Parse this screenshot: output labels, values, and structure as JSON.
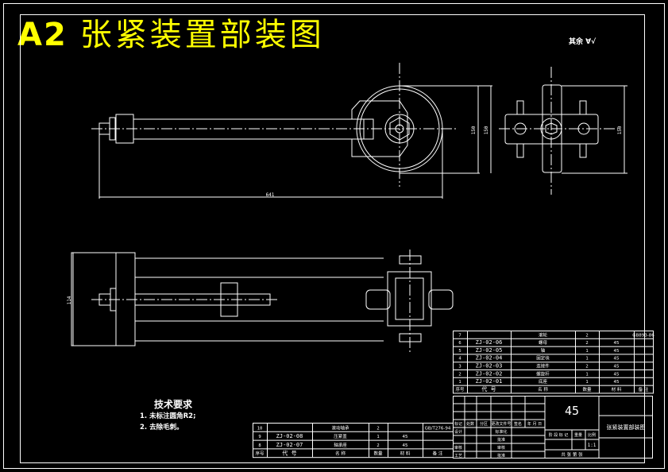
{
  "drawing": {
    "sheet_size": "A2",
    "title": "张紧装置部装图",
    "roughness_note": "其余",
    "roughness_symbol": "∀√"
  },
  "dimensions": {
    "front_view_length": "641",
    "front_view_height": "150",
    "side_view_left_height": "150",
    "side_view_right_height": "150",
    "bottom_view_height": "114"
  },
  "technical_requirements": {
    "heading": "技术要求",
    "items": [
      "1. 未标注圆角R2;",
      "2. 去除毛刺。"
    ]
  },
  "bom_right": {
    "rows": [
      {
        "no": "7",
        "code": "",
        "name": "滚轮",
        "qty": "2",
        "material": "",
        "note": "GB893-86"
      },
      {
        "no": "6",
        "code": "ZJ-02-06",
        "name": "螺母",
        "qty": "2",
        "material": "45",
        "note": ""
      },
      {
        "no": "5",
        "code": "ZJ-02-05",
        "name": "轴",
        "qty": "1",
        "material": "45",
        "note": ""
      },
      {
        "no": "4",
        "code": "ZJ-02-04",
        "name": "固定块",
        "qty": "1",
        "material": "45",
        "note": ""
      },
      {
        "no": "3",
        "code": "ZJ-02-03",
        "name": "连接件",
        "qty": "2",
        "material": "45",
        "note": ""
      },
      {
        "no": "2",
        "code": "ZJ-02-02",
        "name": "螺旋杆",
        "qty": "1",
        "material": "45",
        "note": ""
      },
      {
        "no": "1",
        "code": "ZJ-02-01",
        "name": "底座",
        "qty": "1",
        "material": "45",
        "note": ""
      }
    ],
    "headers": {
      "no": "序号",
      "code": "代  号",
      "name": "名  称",
      "qty": "数量",
      "material": "材  料",
      "note": "备  注"
    }
  },
  "bom_left": {
    "rows": [
      {
        "no": "10",
        "code": "",
        "name": "滚动轴承",
        "qty": "2",
        "material": "",
        "note": "GB/T276-94"
      },
      {
        "no": "9",
        "code": "ZJ-02-08",
        "name": "压紧盖",
        "qty": "1",
        "material": "45",
        "note": ""
      },
      {
        "no": "8",
        "code": "ZJ-02-07",
        "name": "轴承座",
        "qty": "2",
        "material": "45",
        "note": ""
      }
    ],
    "headers": {
      "no": "序号",
      "code": "代  号",
      "name": "名  称",
      "qty": "数量",
      "material": "材  料",
      "note": "备  注"
    }
  },
  "title_block": {
    "material": "45",
    "drawing_name": "张紧装置部装图",
    "rev_headers": [
      "标记",
      "处数",
      "分区",
      "更改文件号",
      "签名",
      "年 月 日"
    ],
    "roles": [
      "设计",
      "",
      "审核",
      "工艺"
    ],
    "std_labels": [
      "标准化",
      "批准",
      "审核",
      "批准"
    ],
    "stage_headers": [
      "阶 段 标 记",
      "重量",
      "比例"
    ],
    "scale": "1:1",
    "sheet_info": "共  张  第  张"
  }
}
